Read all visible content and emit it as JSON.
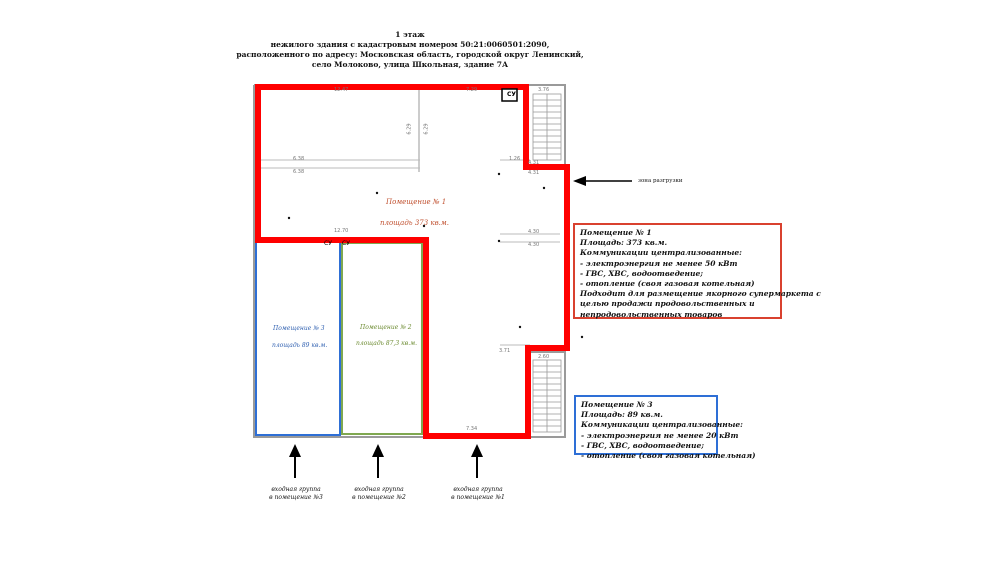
{
  "title": {
    "line1": "1 этаж",
    "line2": "нежилого здания с кадастровым номером 50:21:0060501:2090,",
    "line3": "расположенного по адресу: Московская область, городской округ Ленинский,",
    "line4": "село Молоково, улица Школьная, здание 7А"
  },
  "rooms": {
    "room1": {
      "name": "Помещение № 1",
      "area": "площадь 373 кв.м."
    },
    "room2": {
      "name": "Помещение № 2",
      "area": "площадь 87,3 кв.м."
    },
    "room3": {
      "name": "Помещение № 3",
      "area": "площадь 89 кв.м."
    }
  },
  "unloading_zone": "зона разгрузки",
  "su_labels": [
    "СУ",
    "СУ",
    "СУ"
  ],
  "entrances": [
    {
      "line1": "входная группа",
      "line2": "в помещение №3"
    },
    {
      "line1": "входная группа",
      "line2": "в помещение №2"
    },
    {
      "line1": "входная группа",
      "line2": "в помещение №1"
    }
  ],
  "dimensions": [
    "12.47",
    "7.29",
    "3.76",
    "6.38",
    "6.38",
    "4.31",
    "4.31",
    "4.30",
    "4.30",
    "12.70",
    "7.34",
    "2.60",
    "1.26",
    "6.29",
    "6.29",
    "3.71"
  ],
  "info_room1": {
    "lines": [
      "Помещение № 1",
      "Площадь: 373 кв.м.",
      "Коммуникации централизованные:",
      "- электроэнергия не менее 50 кВт",
      "- ГВС, ХВС, водоотведение;",
      "- отопление (своя газовая котельная)",
      "Подходит для размещение якорного супермаркета с",
      "целью продажи продовольственных и",
      "непродовольственных товаров"
    ],
    "color": "#d9412f"
  },
  "info_room3": {
    "lines": [
      "Помещение № 3",
      "Площадь: 89 кв.м.",
      "Коммуникации централизованные:",
      "- электроэнергия не менее 20 кВт",
      "- ГВС, ХВС, водоотведение;",
      "- отопление (своя газовая котельная)"
    ],
    "color": "#2e6fd6"
  },
  "colors": {
    "room1_outline": "#ff0000",
    "room2_outline": "#7fa850",
    "room3_outline": "#2e6fd6"
  }
}
